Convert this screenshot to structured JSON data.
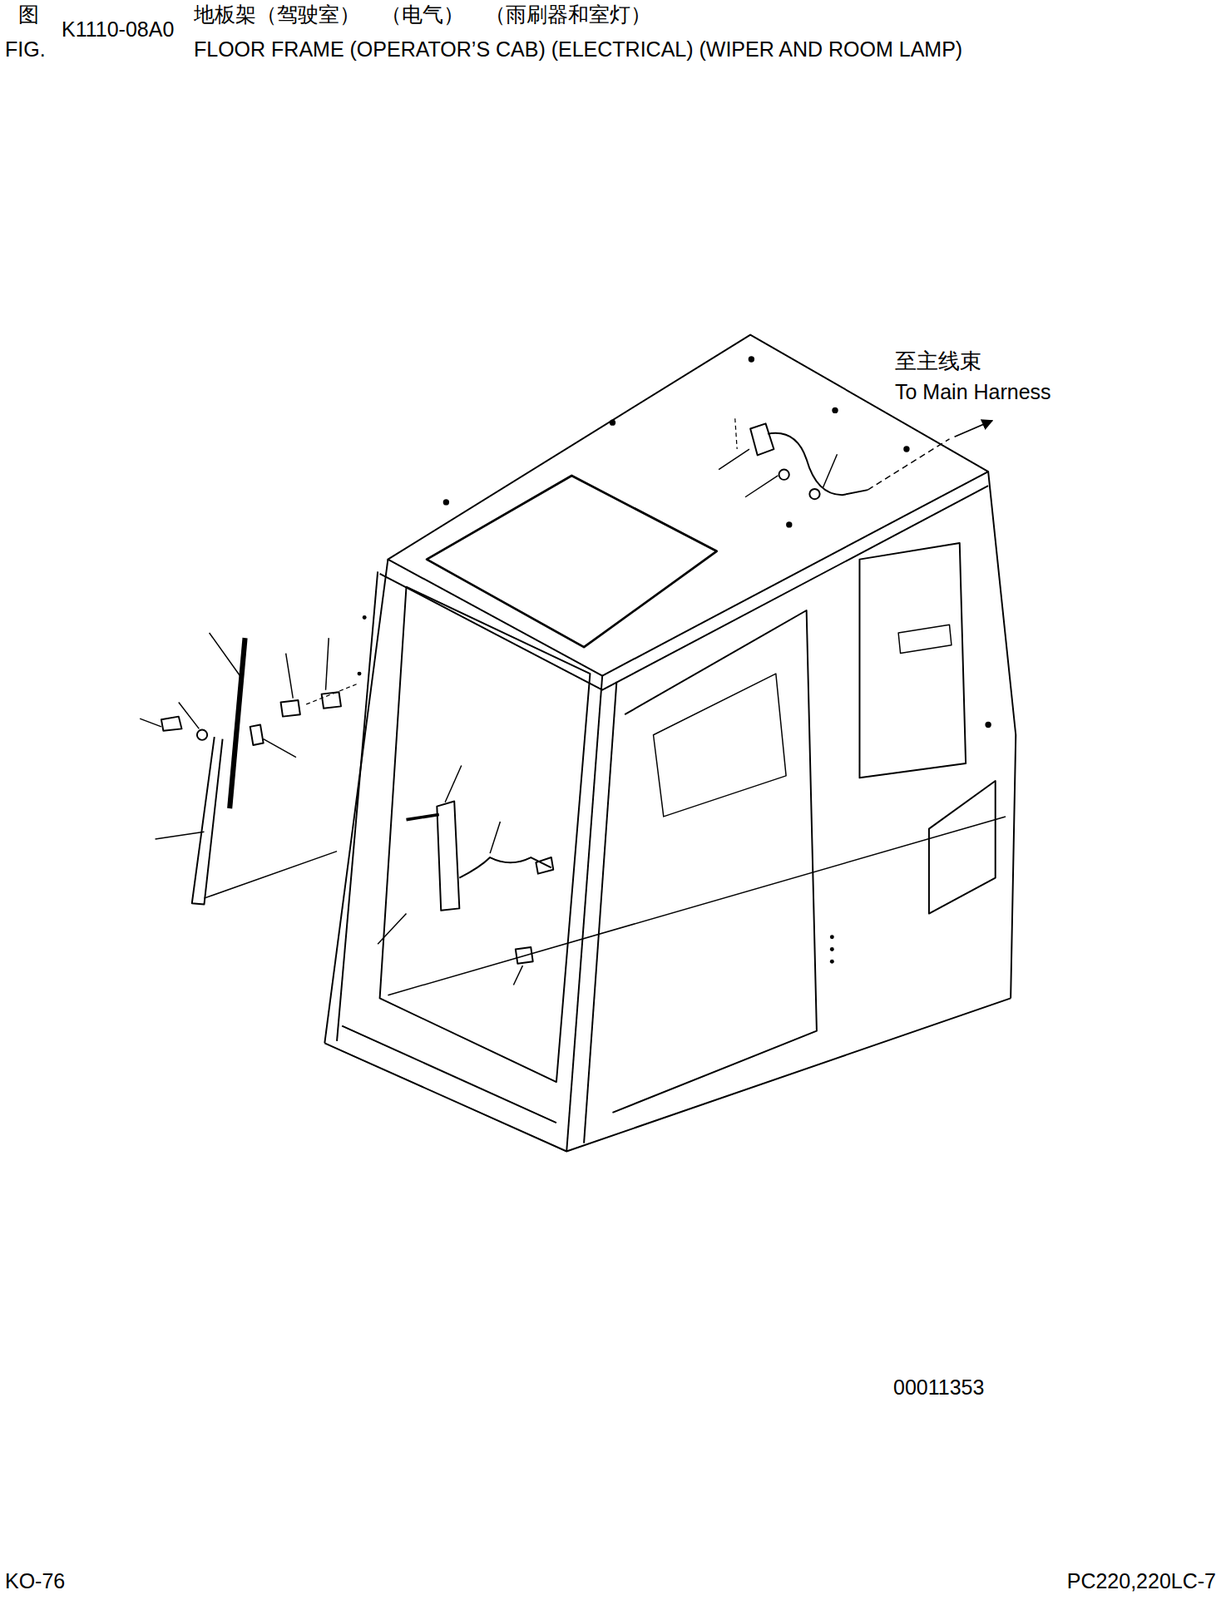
{
  "diagram": {
    "title": "FLOOR FRAME (OPERATOR’S CAB) (ELECTRICAL) (WIPER AND ROOM LAMP)",
    "labels": [
      "图",
      "K1110-08A0",
      "地板架（驾驶室）　（电气）　（雨刷器和室灯）",
      "FIG.",
      "至主线束",
      "To Main Harness",
      "00011353",
      "KO-76",
      "PC220,220LC-7"
    ]
  }
}
